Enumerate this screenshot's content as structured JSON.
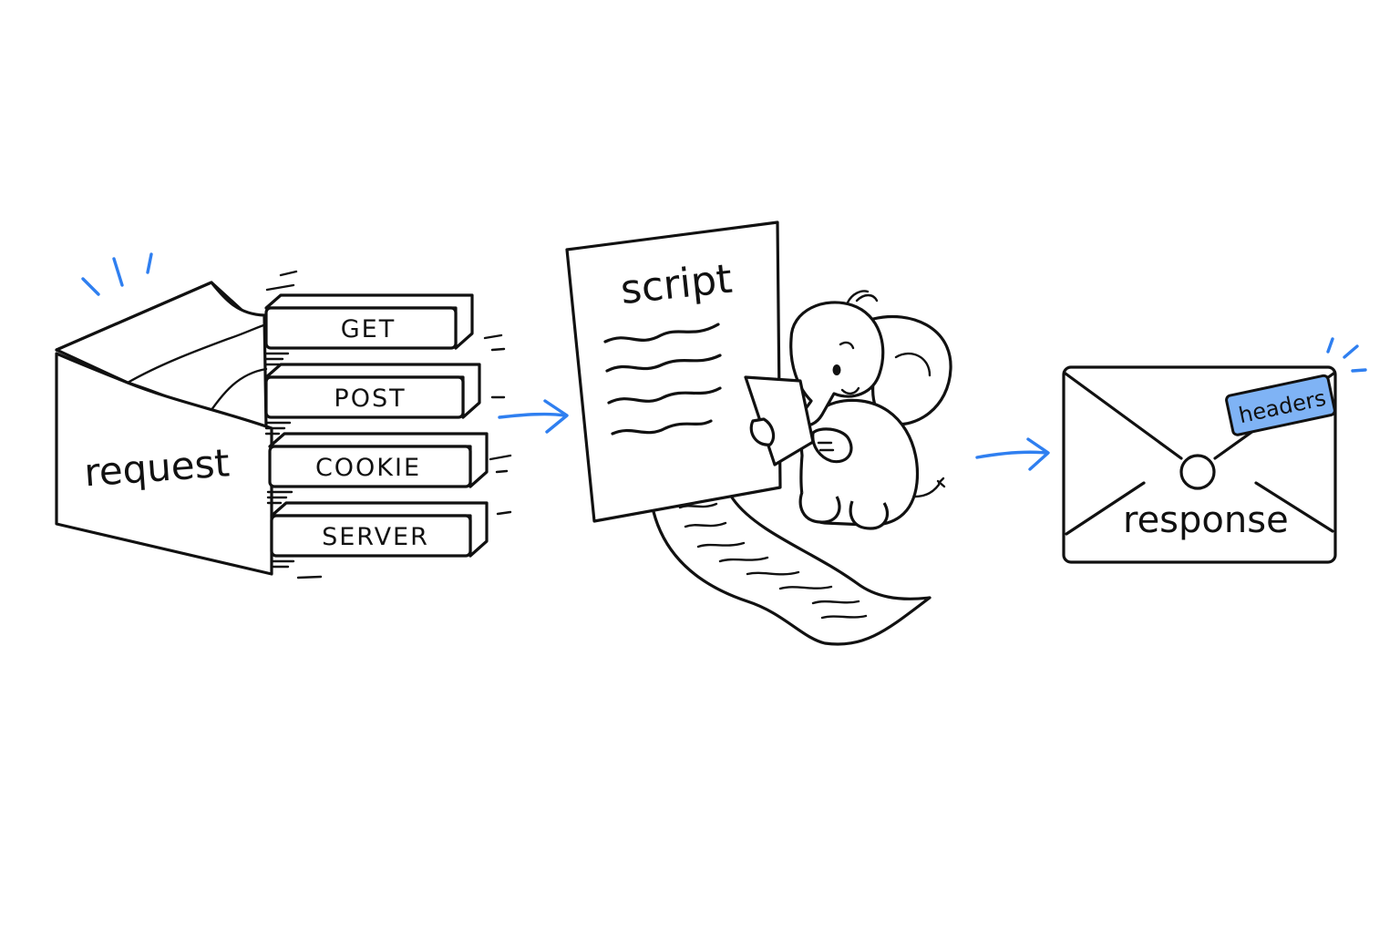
{
  "colors": {
    "ink": "#111111",
    "accent": "#2f7ff0",
    "accent_fill": "#7fb3f5",
    "background": "#ffffff"
  },
  "request": {
    "label": "request",
    "tabs": [
      "GET",
      "POST",
      "COOKIE",
      "SERVER"
    ]
  },
  "script": {
    "label": "script",
    "icon": "elephant-reading-icon"
  },
  "response": {
    "label": "response",
    "tag": "headers",
    "icon": "envelope-icon"
  },
  "flow": [
    "request",
    "script",
    "response"
  ]
}
